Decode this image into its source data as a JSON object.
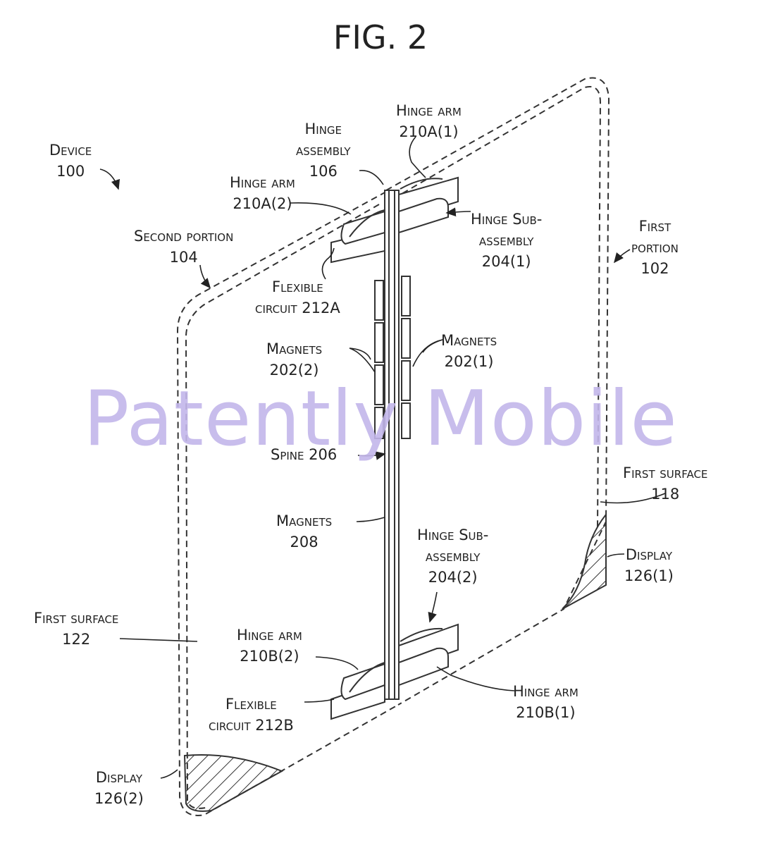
{
  "figure": {
    "title": "FIG. 2",
    "watermark": "Patently Mobile"
  },
  "labels": {
    "device": [
      "Device",
      "100"
    ],
    "hinge_assembly": [
      "Hinge",
      "assembly",
      "106"
    ],
    "hinge_arm_210a1": [
      "Hinge arm",
      "210A(1)"
    ],
    "hinge_arm_210a2": [
      "Hinge arm",
      "210A(2)"
    ],
    "second_portion": [
      "Second portion",
      "104"
    ],
    "hinge_subassembly_1": [
      "Hinge Sub-",
      "assembly",
      "204(1)"
    ],
    "first_portion": [
      "First",
      "portion",
      "102"
    ],
    "flexible_circuit_212a": [
      "Flexible",
      "circuit 212A"
    ],
    "magnets_2022": [
      "Magnets",
      "202(2)"
    ],
    "magnets_2021": [
      "Magnets",
      "202(1)"
    ],
    "spine": [
      "Spine 206"
    ],
    "first_surface_118": [
      "First surface",
      "118"
    ],
    "magnets_208": [
      "Magnets",
      "208"
    ],
    "hinge_subassembly_2": [
      "Hinge Sub-",
      "assembly",
      "204(2)"
    ],
    "display_1261": [
      "Display",
      "126(1)"
    ],
    "first_surface_122": [
      "First surface",
      "122"
    ],
    "hinge_arm_210b2": [
      "Hinge arm",
      "210B(2)"
    ],
    "flexible_circuit_212b": [
      "Flexible",
      "circuit 212B"
    ],
    "hinge_arm_210b1": [
      "Hinge arm",
      "210B(1)"
    ],
    "display_1262": [
      "Display",
      "126(2)"
    ]
  }
}
